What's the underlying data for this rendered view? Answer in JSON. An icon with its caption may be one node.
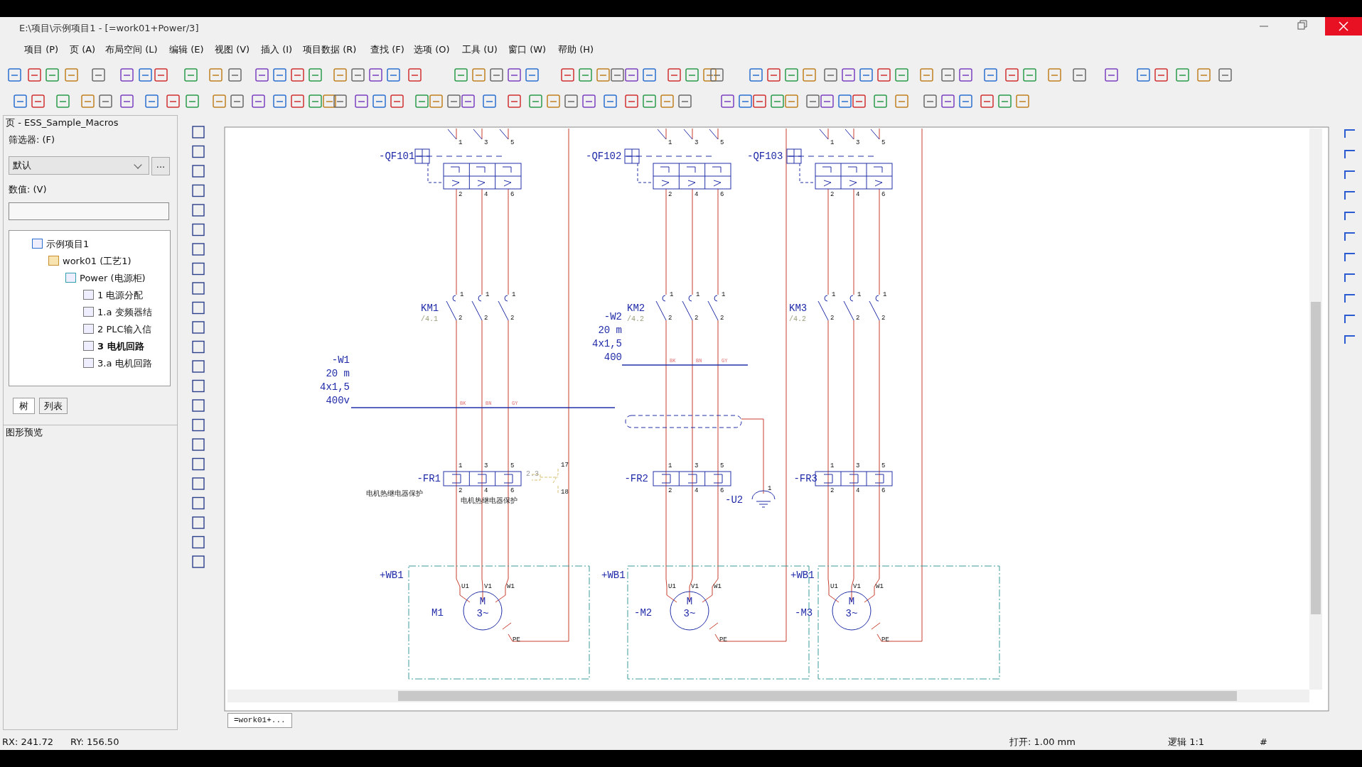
{
  "diagram": {
    "title": "E:\\项目\\示例项目1 - [=work01+Power/3]",
    "labels": [
      "项目 (P)",
      "页 (A)",
      "布局空间 (L)",
      "编辑 (E)",
      "视图 (V)",
      "插入 (I)",
      "项目数据 (R)",
      "查找 (F)",
      "选项 (O)",
      "工具 (U)",
      "窗口 (W)",
      "帮助 (H)",
      "页 - ESS_Sample_Macros",
      "筛选器: (F)",
      "默认",
      "...",
      "数值: (V)",
      "示例项目1",
      "work01 (工艺1)",
      "Power (电源柜)",
      "1 电源分配",
      "1.a 变频器结",
      "2 PLC输入信",
      "3 电机回路",
      "3.a 电机回路",
      "树",
      "列表",
      "图形预览",
      "-QF101",
      "1",
      "3",
      "5",
      "2",
      "4",
      "6",
      "-QF102",
      "1",
      "3",
      "5",
      "2",
      "4",
      "6",
      "-QF103",
      "1",
      "3",
      "5",
      "2",
      "4",
      "6",
      "KM1",
      "/4.1",
      "1",
      "1",
      "1",
      "2",
      "2",
      "2",
      "KM2",
      "/4.2",
      "1",
      "1",
      "1",
      "2",
      "2",
      "2",
      "-W2",
      "20 m",
      "4x1,5",
      "400",
      "BK",
      "BN",
      "GY",
      "KM3",
      "/4.2",
      "1",
      "1",
      "1",
      "2",
      "2",
      "2",
      "-W1",
      "20 m",
      "4x1,5",
      "400v",
      "BK",
      "BN",
      "GY",
      "-FR1",
      "1",
      "3",
      "5",
      "2",
      "4",
      "6",
      "电机热继电器保护",
      "电机热继电器保护",
      "2.3",
      "17",
      "18",
      "-FR2",
      "1",
      "3",
      "5",
      "2",
      "4",
      "6",
      "-U2",
      "1",
      "-FR3",
      "1",
      "3",
      "5",
      "2",
      "4",
      "6",
      "+WB1",
      "M1",
      "U1",
      "V1",
      "W1",
      "M",
      "3~",
      "PE",
      "+WB1",
      "-M2",
      "U1",
      "V1",
      "W1",
      "M",
      "3~",
      "PE",
      "+WB1",
      "-M3",
      "U1",
      "V1",
      "W1",
      "M",
      "3~",
      "PE",
      "=work01+...",
      "RX: 241.72",
      "RY: 156.50",
      "打开: 1.00 mm",
      "逻辑 1:1",
      "#"
    ]
  }
}
